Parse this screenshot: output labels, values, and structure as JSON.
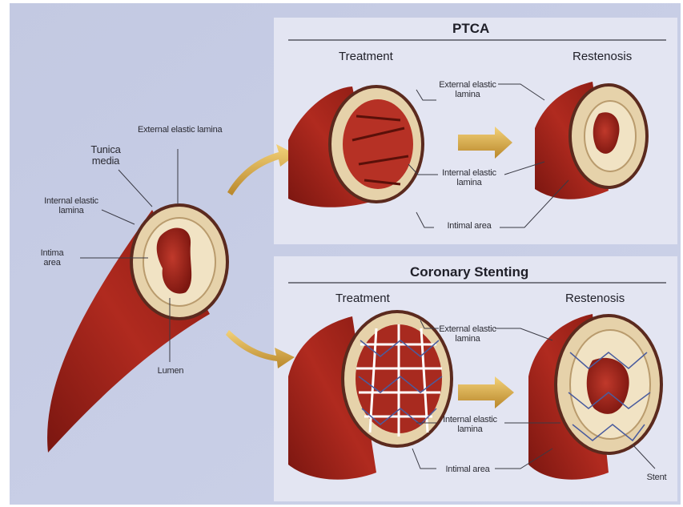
{
  "left": {
    "external_elastic_lamina": "External elastic lamina",
    "tunica_media": "Tunica media",
    "internal_elastic_lamina": "Internal elastic lamina",
    "intima_area": "Intima area",
    "lumen": "Lumen"
  },
  "ptca": {
    "title": "PTCA",
    "treatment": "Treatment",
    "restenosis": "Restenosis",
    "external_elastic_lamina": "External elastic lamina",
    "internal_elastic_lamina": "Internal elastic lamina",
    "intimal_area": "Intimal area"
  },
  "stenting": {
    "title": "Coronary Stenting",
    "treatment": "Treatment",
    "restenosis": "Restenosis",
    "external_elastic_lamina": "External elastic lamina",
    "internal_elastic_lamina": "Internal elastic lamina",
    "intimal_area": "Intimal area",
    "stent": "Stent"
  },
  "colors": {
    "background": "#c9cfe6",
    "panel": "#e4e6f3",
    "vessel_red": "#a3251c",
    "vessel_dark": "#6e130e",
    "wall_cream": "#e9d6b0",
    "arrow_gold": "#d9a93a",
    "stent_blue": "#4a5c9e"
  }
}
